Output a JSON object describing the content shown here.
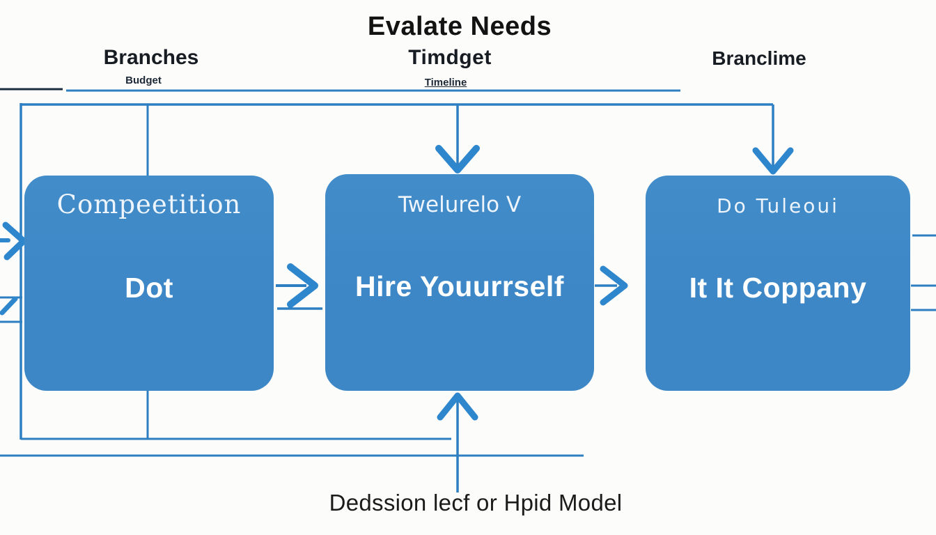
{
  "title": "Evalate Needs",
  "columns": [
    {
      "label": "Branches",
      "sublabel": "Budget"
    },
    {
      "label": "Timdget",
      "sublabel": "Timeline"
    },
    {
      "label": "Branclime",
      "sublabel": ""
    }
  ],
  "boxes": [
    {
      "top_label": "Compeetition",
      "main_label": "Dot"
    },
    {
      "top_label": "Twelurelo V",
      "main_label": "Hire Youurrself"
    },
    {
      "top_label": "Do Tuleoui",
      "main_label": "It It Coppany"
    }
  ],
  "caption": "Dedssion lecf or Hpid Model",
  "colors": {
    "box_fill": "#3d87c7",
    "box_fill_light": "#428cc9",
    "connector": "#2e7fc1",
    "arrow": "#2e86cd",
    "title_text": "#131313",
    "caption_text": "#1b1b1b",
    "box_text": "#ffffff",
    "dark_line": "#1d2b3e",
    "label_text": "#171c23",
    "sublabel_text": "#1d2836"
  }
}
